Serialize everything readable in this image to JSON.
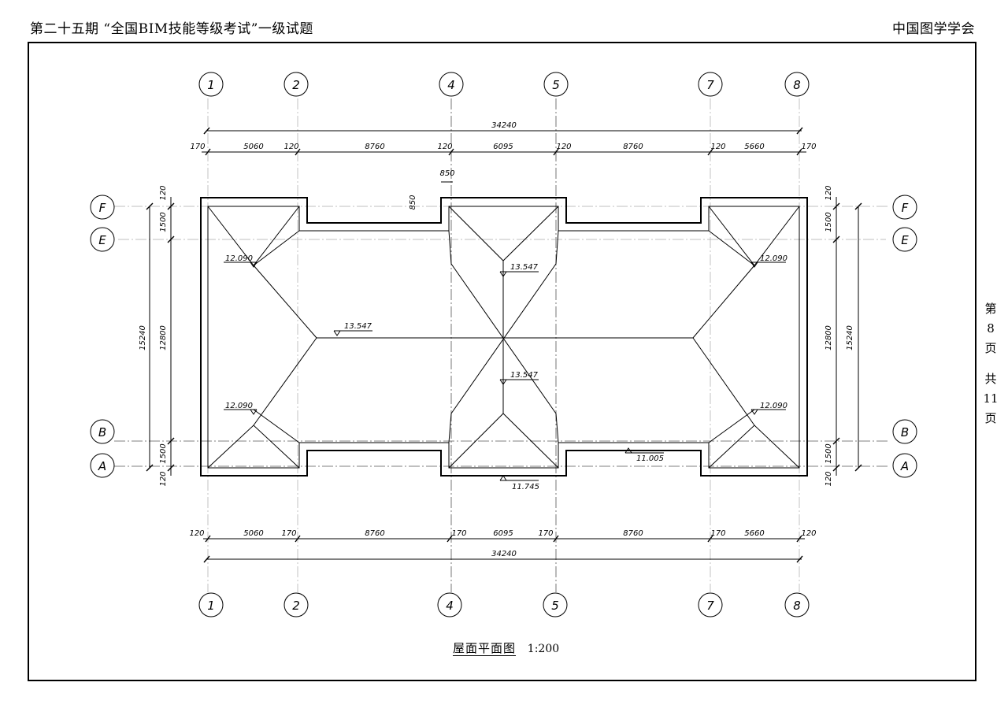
{
  "header": {
    "left": "第二十五期 “全国BIM技能等级考试”一级试题",
    "right": "中国图学学会"
  },
  "page_indicator": {
    "lines": [
      "第",
      "8",
      "页",
      "共",
      "11",
      "页"
    ]
  },
  "drawing": {
    "title": "屋面平面图",
    "scale": "1:200",
    "axes_vertical": [
      "1",
      "2",
      "4",
      "5",
      "7",
      "8"
    ],
    "axes_horizontal": [
      "F",
      "E",
      "B",
      "A"
    ],
    "dims_top_total": "34240",
    "dims_top_segments": [
      "170",
      "5060",
      "120",
      "8760",
      "120",
      "6095",
      "120",
      "8760",
      "120",
      "5660",
      "170"
    ],
    "dims_bottom_total": "34240",
    "dims_bottom_segments": [
      "120",
      "5060",
      "170",
      "8760",
      "170",
      "6095",
      "170",
      "8760",
      "170",
      "5660",
      "120"
    ],
    "dim_850_a": "850",
    "dim_850_b": "850",
    "dims_left": [
      "120",
      "1500",
      "12800",
      "1500",
      "120"
    ],
    "dim_left_total": "15240",
    "dims_right": [
      "120",
      "1500",
      "12800",
      "1500",
      "120"
    ],
    "dim_right_total": "15240",
    "levels": {
      "nw": "12.090",
      "ne": "12.090",
      "sw": "12.090",
      "se": "12.090",
      "center_top": "13.547",
      "center_bottom": "13.547",
      "ridge_left": "13.547",
      "eave_bottom": "11.745",
      "gutter_right": "11.005"
    }
  }
}
